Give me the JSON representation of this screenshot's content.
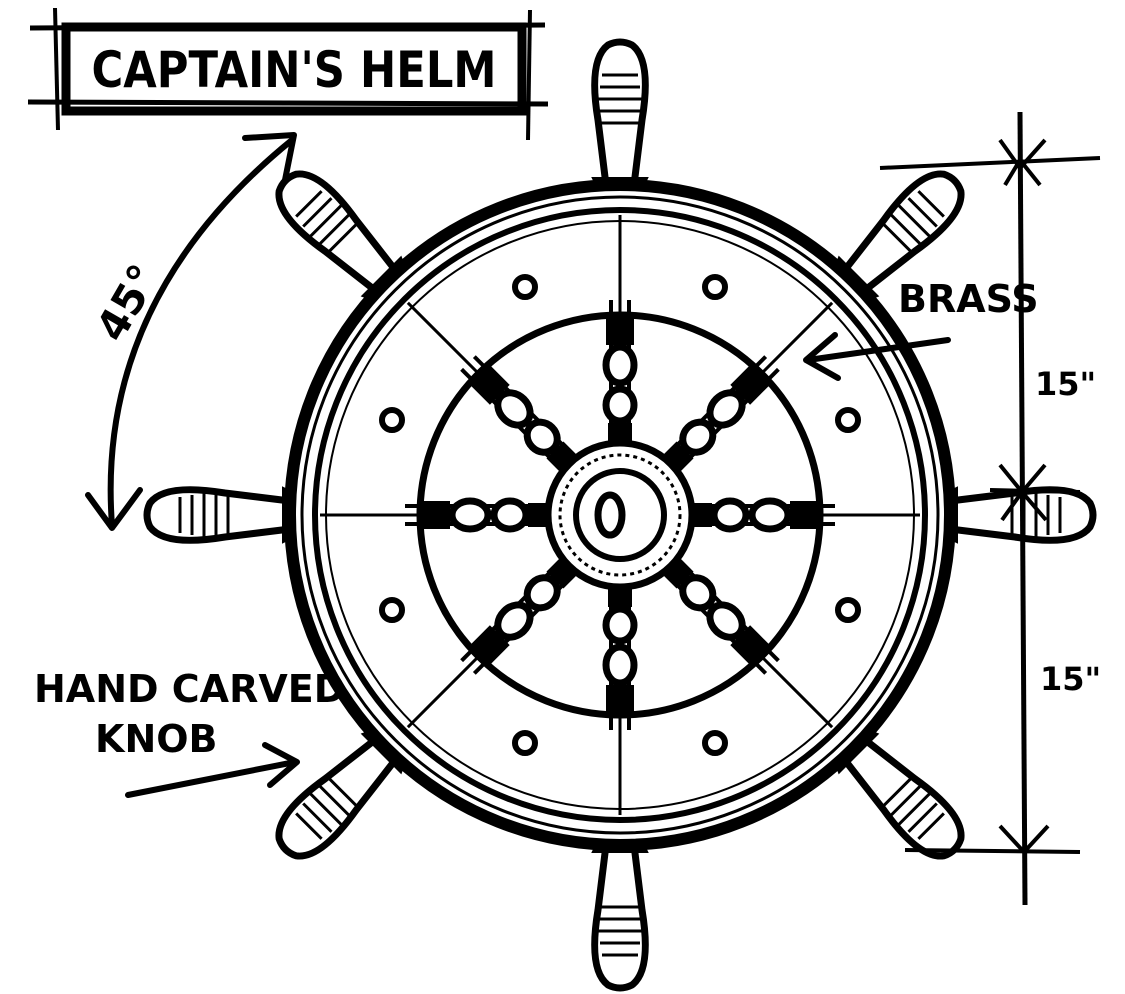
{
  "title": "CAPTAIN'S HELM",
  "annotations": {
    "angle": "45°",
    "material": "BRASS",
    "knob_line1": "HAND CARVED",
    "knob_line2": "KNOB",
    "dim_upper": "15\"",
    "dim_lower": "15\""
  },
  "colors": {
    "ink": "#000000",
    "paper": "#ffffff"
  }
}
